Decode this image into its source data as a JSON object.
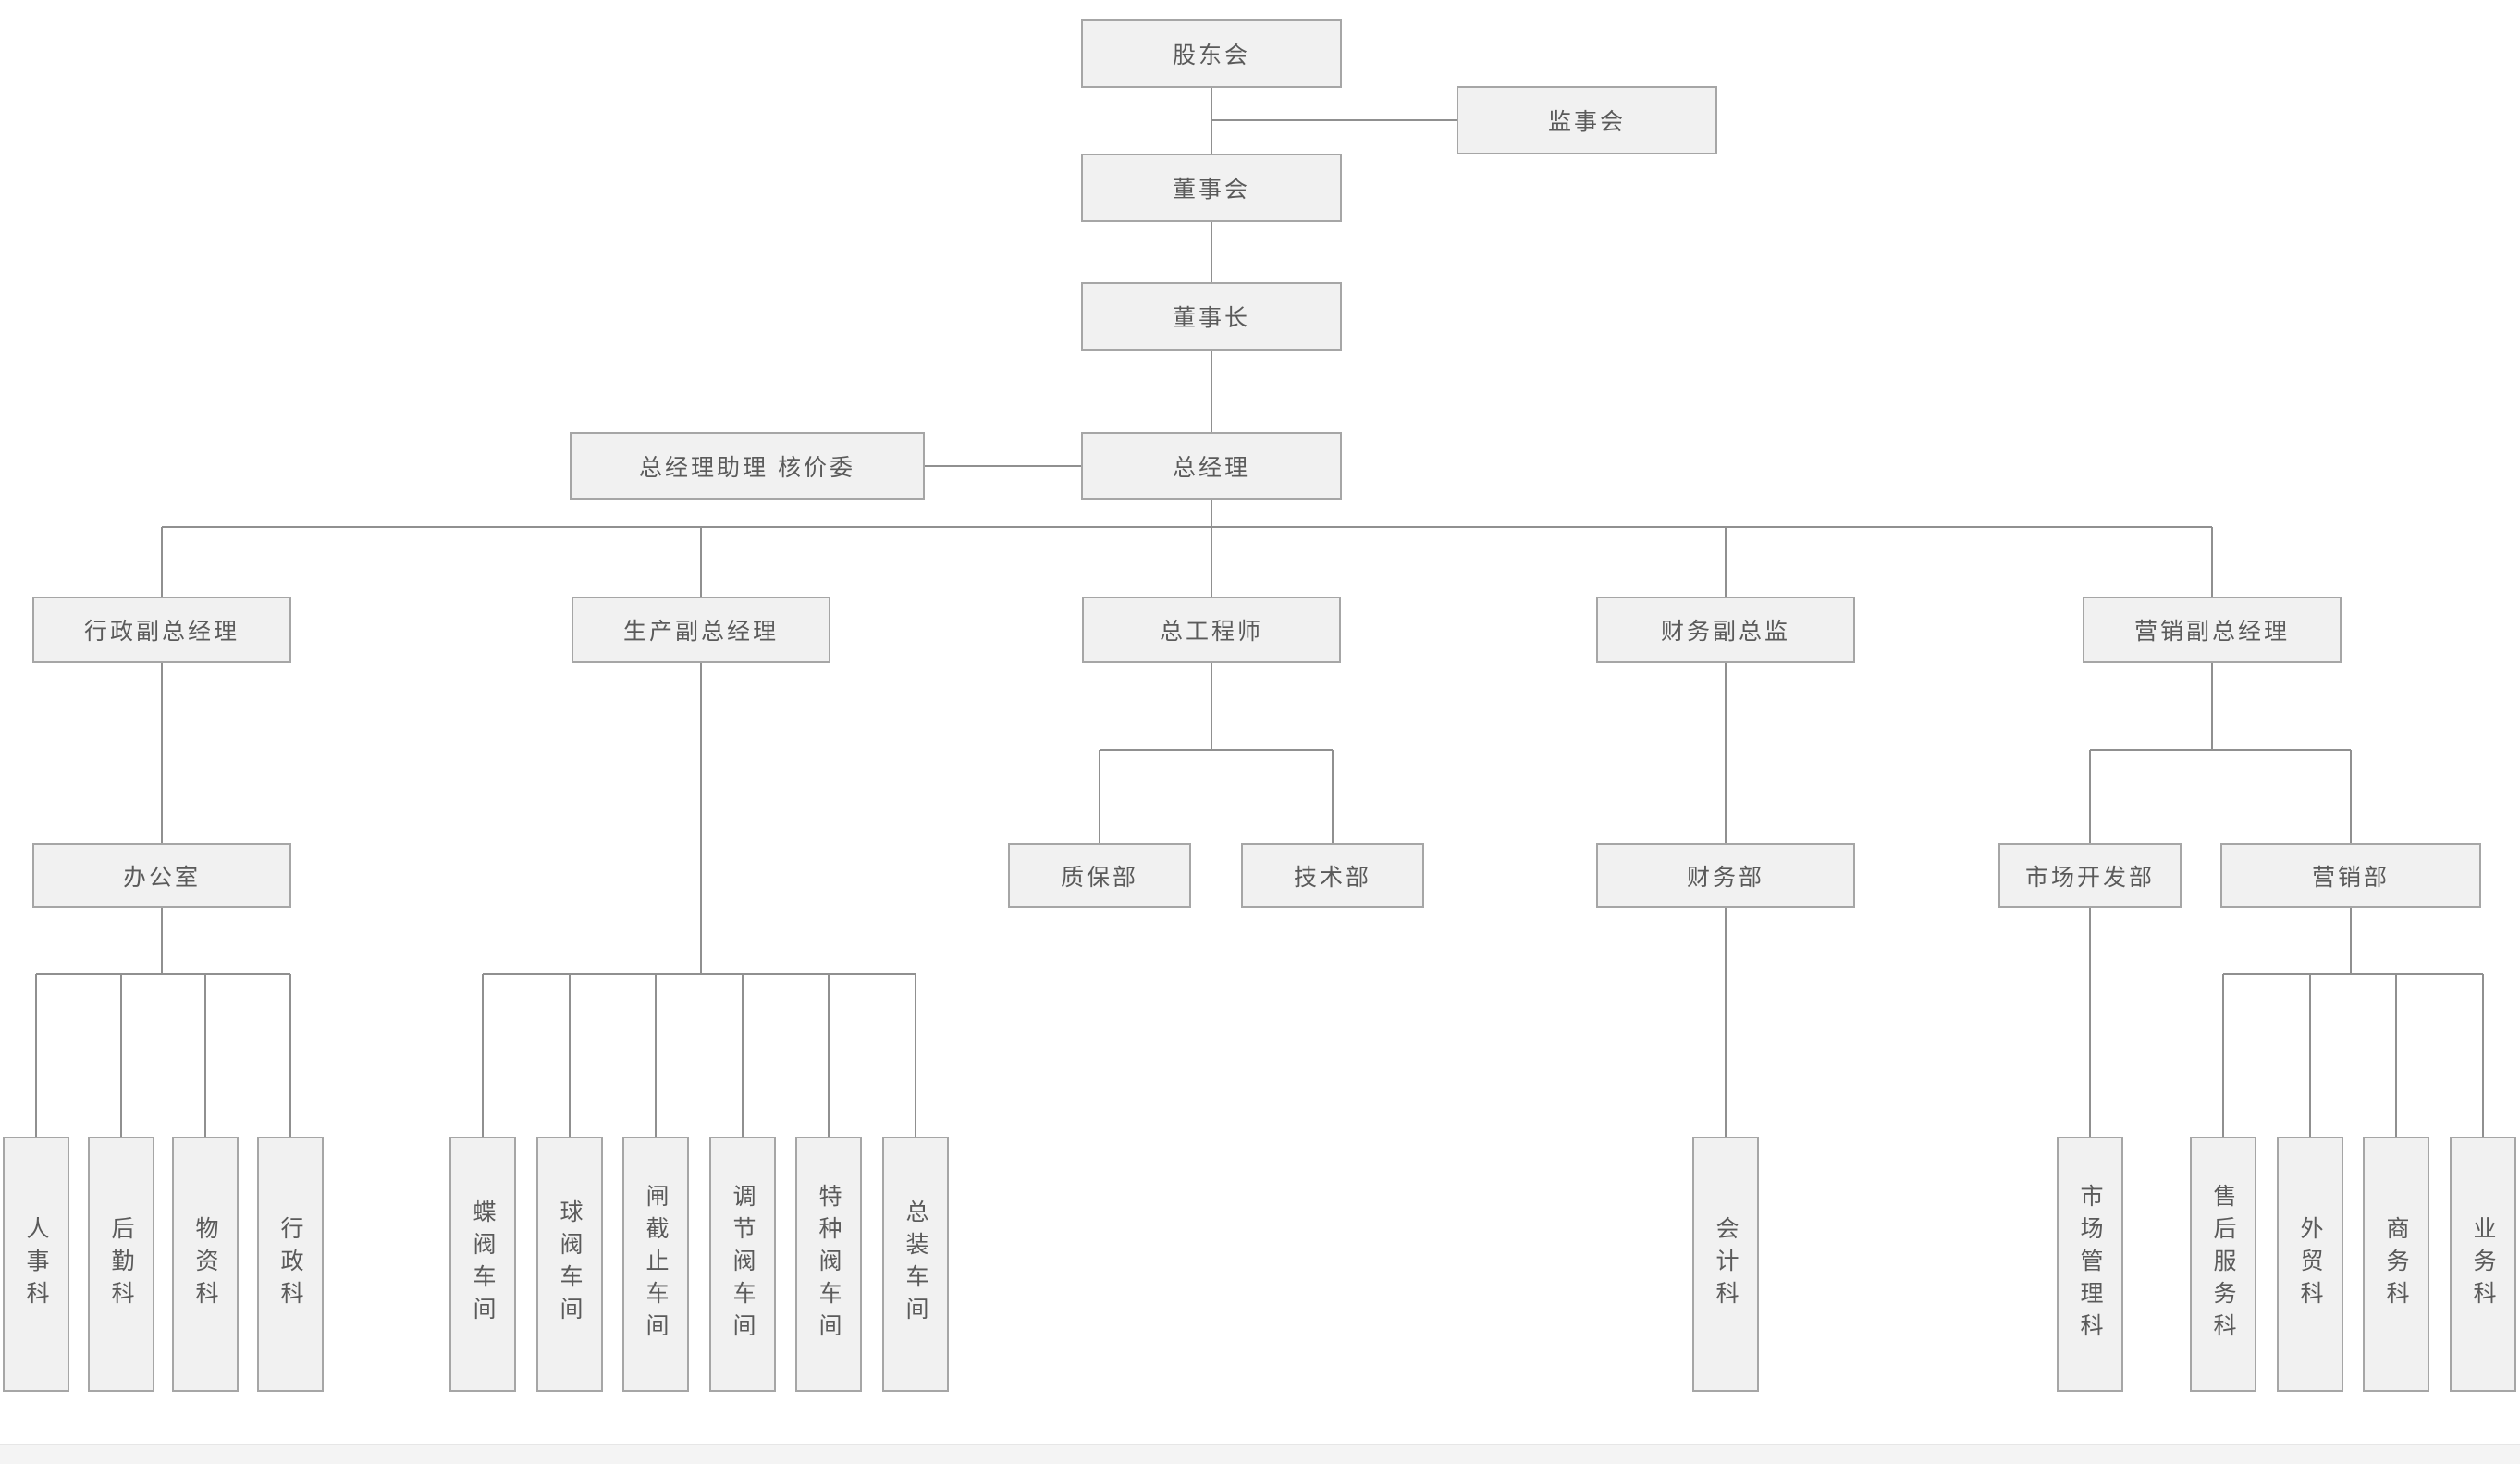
{
  "diagram": {
    "type": "org-chart",
    "colors": {
      "node_fill": "#f1f1f1",
      "node_border": "#a6a6a6",
      "node_text": "#5a5a5a",
      "connector": "#909090",
      "background": "#ffffff"
    },
    "nodes": {
      "shareholders": "股东会",
      "supervisory_board": "监事会",
      "board_of_directors": "董事会",
      "chairman": "董事长",
      "gm_assistant": "总经理助理 核价委",
      "general_manager": "总经理",
      "admin_deputy_gm": "行政副总经理",
      "production_deputy_gm": "生产副总经理",
      "chief_engineer": "总工程师",
      "finance_deputy_director": "财务副总监",
      "marketing_deputy_gm": "营销副总经理",
      "office": "办公室",
      "quality_dept": "质保部",
      "technology_dept": "技术部",
      "finance_dept": "财务部",
      "market_dev_dept": "市场开发部",
      "marketing_dept": "营销部",
      "hr_section": "人事科",
      "logistics_section": "后勤科",
      "materials_section": "物资科",
      "admin_section": "行政科",
      "butterfly_valve_workshop": "蝶阀车间",
      "ball_valve_workshop": "球阀车间",
      "gate_globe_workshop": "闸截止车间",
      "regulating_valve_workshop": "调节阀车间",
      "special_valve_workshop": "特种阀车间",
      "assembly_workshop": "总装车间",
      "accounting_section": "会计科",
      "market_mgmt_section": "市场管理科",
      "after_sales_section": "售后服务科",
      "foreign_trade_section": "外贸科",
      "commerce_section": "商务科",
      "business_section": "业务科"
    },
    "edges": [
      [
        "shareholders",
        "board_of_directors"
      ],
      [
        "shareholders",
        "supervisory_board"
      ],
      [
        "board_of_directors",
        "chairman"
      ],
      [
        "chairman",
        "general_manager"
      ],
      [
        "general_manager",
        "gm_assistant"
      ],
      [
        "general_manager",
        "admin_deputy_gm"
      ],
      [
        "general_manager",
        "production_deputy_gm"
      ],
      [
        "general_manager",
        "chief_engineer"
      ],
      [
        "general_manager",
        "finance_deputy_director"
      ],
      [
        "general_manager",
        "marketing_deputy_gm"
      ],
      [
        "admin_deputy_gm",
        "office"
      ],
      [
        "office",
        "hr_section"
      ],
      [
        "office",
        "logistics_section"
      ],
      [
        "office",
        "materials_section"
      ],
      [
        "office",
        "admin_section"
      ],
      [
        "production_deputy_gm",
        "butterfly_valve_workshop"
      ],
      [
        "production_deputy_gm",
        "ball_valve_workshop"
      ],
      [
        "production_deputy_gm",
        "gate_globe_workshop"
      ],
      [
        "production_deputy_gm",
        "regulating_valve_workshop"
      ],
      [
        "production_deputy_gm",
        "special_valve_workshop"
      ],
      [
        "production_deputy_gm",
        "assembly_workshop"
      ],
      [
        "chief_engineer",
        "quality_dept"
      ],
      [
        "chief_engineer",
        "technology_dept"
      ],
      [
        "finance_deputy_director",
        "finance_dept"
      ],
      [
        "finance_dept",
        "accounting_section"
      ],
      [
        "marketing_deputy_gm",
        "market_dev_dept"
      ],
      [
        "marketing_deputy_gm",
        "marketing_dept"
      ],
      [
        "market_dev_dept",
        "market_mgmt_section"
      ],
      [
        "marketing_dept",
        "after_sales_section"
      ],
      [
        "marketing_dept",
        "foreign_trade_section"
      ],
      [
        "marketing_dept",
        "commerce_section"
      ],
      [
        "marketing_dept",
        "business_section"
      ]
    ]
  }
}
